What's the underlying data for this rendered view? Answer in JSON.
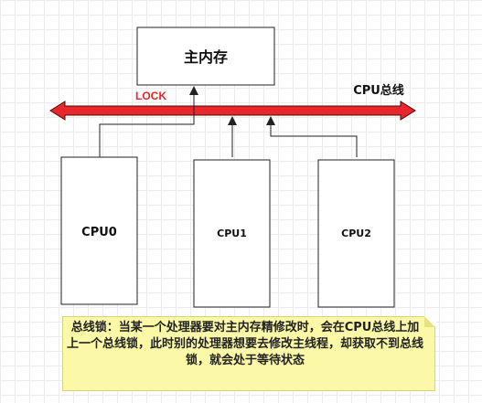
{
  "diagram": {
    "memory_label": "主内存",
    "lock_label": "LOCK",
    "bus_label": "CPU总线",
    "cpus": [
      {
        "label": "CPU0"
      },
      {
        "label": "CPU1"
      },
      {
        "label": "CPU2"
      }
    ],
    "colors": {
      "bus_fill": "#e8262b",
      "lock_text": "#e8262b",
      "note_fill": "#fbf8a7",
      "grid": "#ececec"
    }
  },
  "note": {
    "text": "总线锁：当某一个处理器要对主内存精修改时，会在CPU总线上加上一个总线锁，此时别的处理器想要去修改主线程，却获取不到总线锁，就会处于等待状态"
  }
}
